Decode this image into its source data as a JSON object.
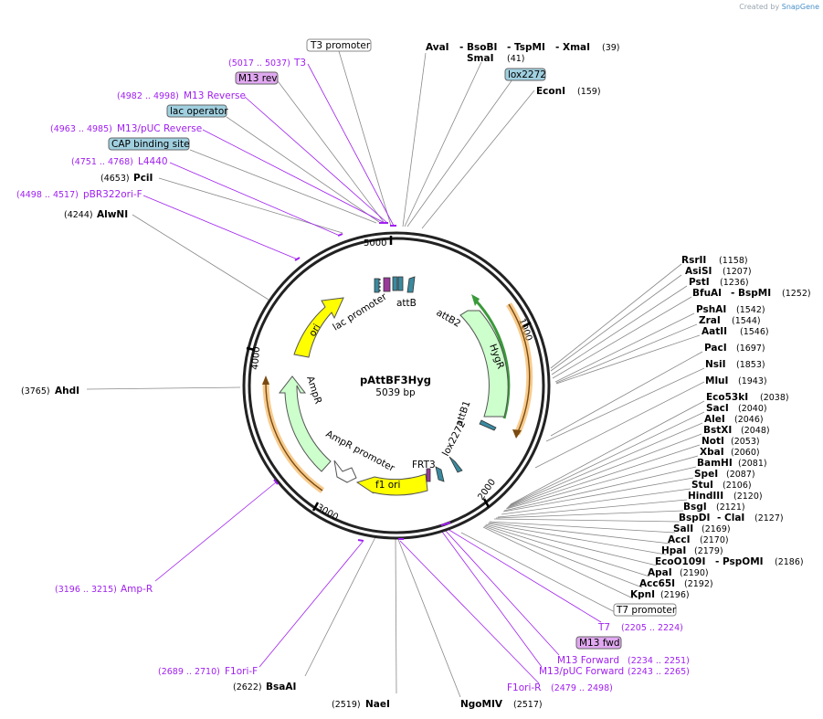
{
  "watermark": {
    "prefix": "Created by",
    "brand": "SnapGene"
  },
  "plasmid": {
    "name": "pAttBF3Hyg",
    "size": "5039 bp"
  },
  "ticks": [
    "5000",
    "1000",
    "2000",
    "3000",
    "4000"
  ],
  "features": {
    "ori": "ori",
    "lac_promoter": "lac promoter",
    "attB": "attB",
    "attB2": "attB2",
    "HygR": "HygR",
    "attB1": "attB1",
    "lox2272": "lox2272",
    "FRT3": "FRT3",
    "f1_ori": "f1 ori",
    "AmpR_promoter": "AmpR promoter",
    "AmpR": "AmpR"
  },
  "boxes": {
    "t3_promoter": "T3 promoter",
    "m13_rev": "M13 rev",
    "lac_operator": "lac operator",
    "cap_site": "CAP binding site",
    "lox2272_top": "lox2272",
    "t7_promoter": "T7 promoter",
    "m13_fwd": "M13 fwd"
  },
  "left_sites": {
    "t3": {
      "range": "(5017 .. 5037)",
      "name": "T3"
    },
    "m13_reverse": {
      "range": "(4982 .. 4998)",
      "name": "M13 Reverse"
    },
    "m13_puc_reverse": {
      "range": "(4963 .. 4985)",
      "name": "M13/pUC Reverse"
    },
    "l4440": {
      "range": "(4751 .. 4768)",
      "name": "L4440"
    },
    "pcii": {
      "pos": "(4653)",
      "name": "PciI"
    },
    "pbr322": {
      "range": "(4498 .. 4517)",
      "name": "pBR322ori-F"
    },
    "alwni": {
      "pos": "(4244)",
      "name": "AlwNI"
    },
    "ahdi": {
      "pos": "(3765)",
      "name": "AhdI"
    },
    "amp_r": {
      "range": "(3196 .. 3215)",
      "name": "Amp-R"
    },
    "f1ori_f": {
      "range": "(2689 .. 2710)",
      "name": "F1ori-F"
    },
    "bsaai": {
      "pos": "(2622)",
      "name": "BsaAI"
    },
    "naei": {
      "pos": "(2519)",
      "name": "NaeI"
    },
    "ngomiv": {
      "name": "NgoMIV",
      "pos": "(2517)"
    },
    "f1ori_r": {
      "name": "F1ori-R",
      "range": "(2479 .. 2498)"
    }
  },
  "top_sites": {
    "avai": "AvaI",
    "bsobi": "- BsoBI",
    "tspmi": "- TspMI",
    "xmai": "- XmaI",
    "xmai_pos": "(39)",
    "smai": "SmaI",
    "smai_pos": "(41)",
    "econi": "EconI",
    "econi_pos": "(159)"
  },
  "right_sites": [
    {
      "name": "RsrII",
      "pos": "(1158)"
    },
    {
      "name": "AsiSI",
      "pos": "(1207)"
    },
    {
      "name": "PstI",
      "pos": "(1236)"
    },
    {
      "name": "BfuAI",
      "extra": "- BspMI",
      "pos": "(1252)"
    },
    {
      "name": "PshAI",
      "pos": "(1542)"
    },
    {
      "name": "ZraI",
      "pos": "(1544)"
    },
    {
      "name": "AatII",
      "pos": "(1546)"
    },
    {
      "name": "PacI",
      "pos": "(1697)"
    },
    {
      "name": "NsiI",
      "pos": "(1853)"
    },
    {
      "name": "MluI",
      "pos": "(1943)"
    },
    {
      "name": "Eco53kI",
      "pos": "(2038)"
    },
    {
      "name": "SacI",
      "pos": "(2040)"
    },
    {
      "name": "AleI",
      "pos": "(2046)"
    },
    {
      "name": "BstXI",
      "pos": "(2048)"
    },
    {
      "name": "NotI",
      "pos": "(2053)"
    },
    {
      "name": "XbaI",
      "pos": "(2060)"
    },
    {
      "name": "BamHI",
      "pos": "(2081)"
    },
    {
      "name": "SpeI",
      "pos": "(2087)"
    },
    {
      "name": "StuI",
      "pos": "(2106)"
    },
    {
      "name": "HindIII",
      "pos": "(2120)"
    },
    {
      "name": "BsgI",
      "pos": "(2121)"
    },
    {
      "name": "BspDI",
      "extra": "- ClaI",
      "pos": "(2127)"
    },
    {
      "name": "SalI",
      "pos": "(2169)"
    },
    {
      "name": "AccI",
      "pos": "(2170)"
    },
    {
      "name": "HpaI",
      "pos": "(2179)"
    },
    {
      "name": "EcoO109I",
      "extra": "- PspOMI",
      "pos": "(2186)"
    },
    {
      "name": "ApaI",
      "pos": "(2190)"
    },
    {
      "name": "Acc65I",
      "pos": "(2192)"
    },
    {
      "name": "KpnI",
      "pos": "(2196)"
    }
  ],
  "bottom_right": {
    "t7": {
      "name": "T7",
      "range": "(2205 .. 2224)"
    },
    "m13_forward": {
      "name": "M13 Forward",
      "range": "(2234 .. 2251)"
    },
    "m13_puc_forward": {
      "name": "M13/pUC Forward",
      "range": "(2243 .. 2265)"
    }
  },
  "colors": {
    "primer": "#a020f0",
    "ori": "#ffff00",
    "resistance": "#ccffcc",
    "orange": "#f0a030",
    "green_arc": "#3a9a3a",
    "box_blue": "#a0d0e0",
    "box_purple": "#e0a8f0"
  }
}
